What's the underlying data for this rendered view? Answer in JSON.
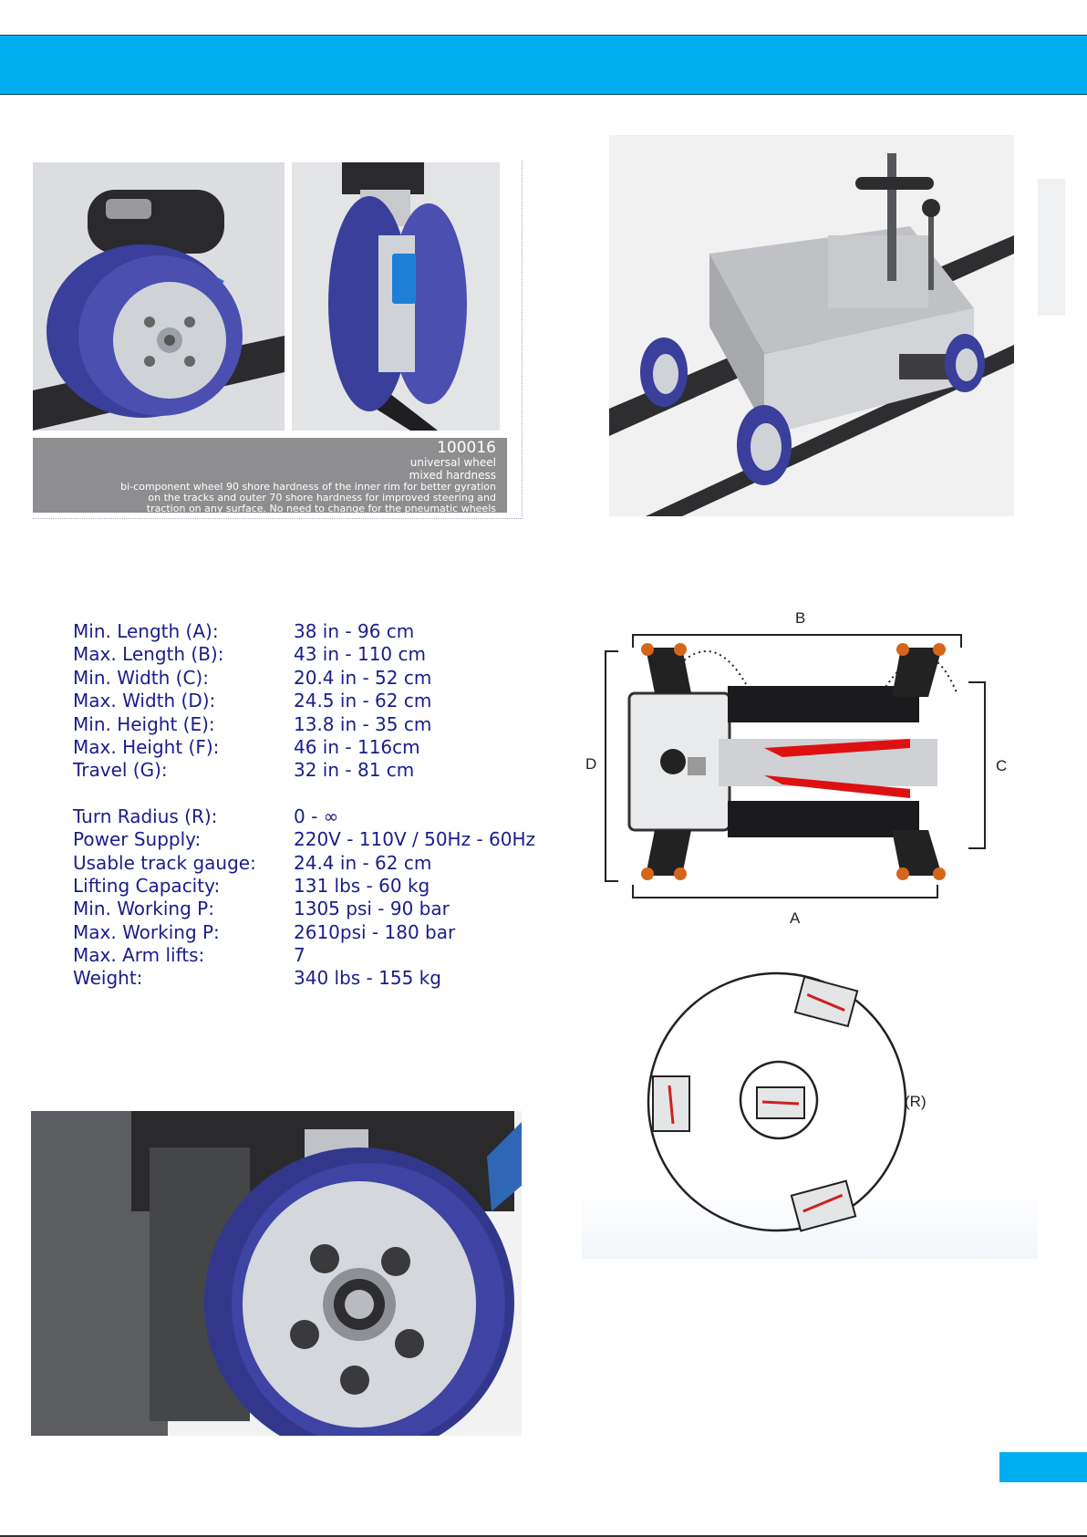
{
  "wheel": {
    "code": "100016",
    "name": "universal wheel",
    "subtitle": "mixed hardness",
    "description": [
      "bi-component wheel 90 shore hardness of the inner rim for better gyration",
      "on the tracks and outer  70 shore hardness for improved steering and",
      "traction on any surface. No need to change for the pneumatic wheels"
    ]
  },
  "specs": {
    "group1": [
      {
        "label": "Min.  Length (A):",
        "value": "38 in - 96 cm"
      },
      {
        "label": "Max. Length (B):",
        "value": "43 in - 110 cm"
      },
      {
        "label": "Min. Width (C):",
        "value": "20.4 in - 52 cm"
      },
      {
        "label": "Max. Width (D):",
        "value": "24.5 in - 62 cm"
      },
      {
        "label": "Min. Height (E):",
        "value": "13.8 in - 35 cm"
      },
      {
        "label": "Max. Height (F):",
        "value": "46 in - 116cm"
      },
      {
        "label": "Travel (G):",
        "value": "32 in - 81 cm"
      }
    ],
    "group2": [
      {
        "label": "Turn Radius (R):",
        "value": "0 - ∞"
      },
      {
        "label": "Power Supply:",
        "value": "220V - 110V / 50Hz - 60Hz"
      },
      {
        "label": "Usable track gauge:",
        "value": "24.4 in - 62 cm"
      },
      {
        "label": "Lifting Capacity:",
        "value": "131 lbs - 60 kg"
      },
      {
        "label": "Min. Working P:",
        "value": "1305 psi - 90 bar"
      },
      {
        "label": "Max. Working P:",
        "value": "2610psi - 180 bar"
      },
      {
        "label": "Max. Arm lifts:",
        "value": "7"
      },
      {
        "label": "Weight:",
        "value": "340 lbs - 155 kg"
      }
    ]
  },
  "diagram": {
    "label_a": "A",
    "label_b": "B",
    "label_c": "C",
    "label_d": "D",
    "label_r": "(R)"
  },
  "colors": {
    "accent": "#00aeef",
    "spec_text": "#1a1d8a",
    "wheel_blue": "#3a3f9c"
  }
}
